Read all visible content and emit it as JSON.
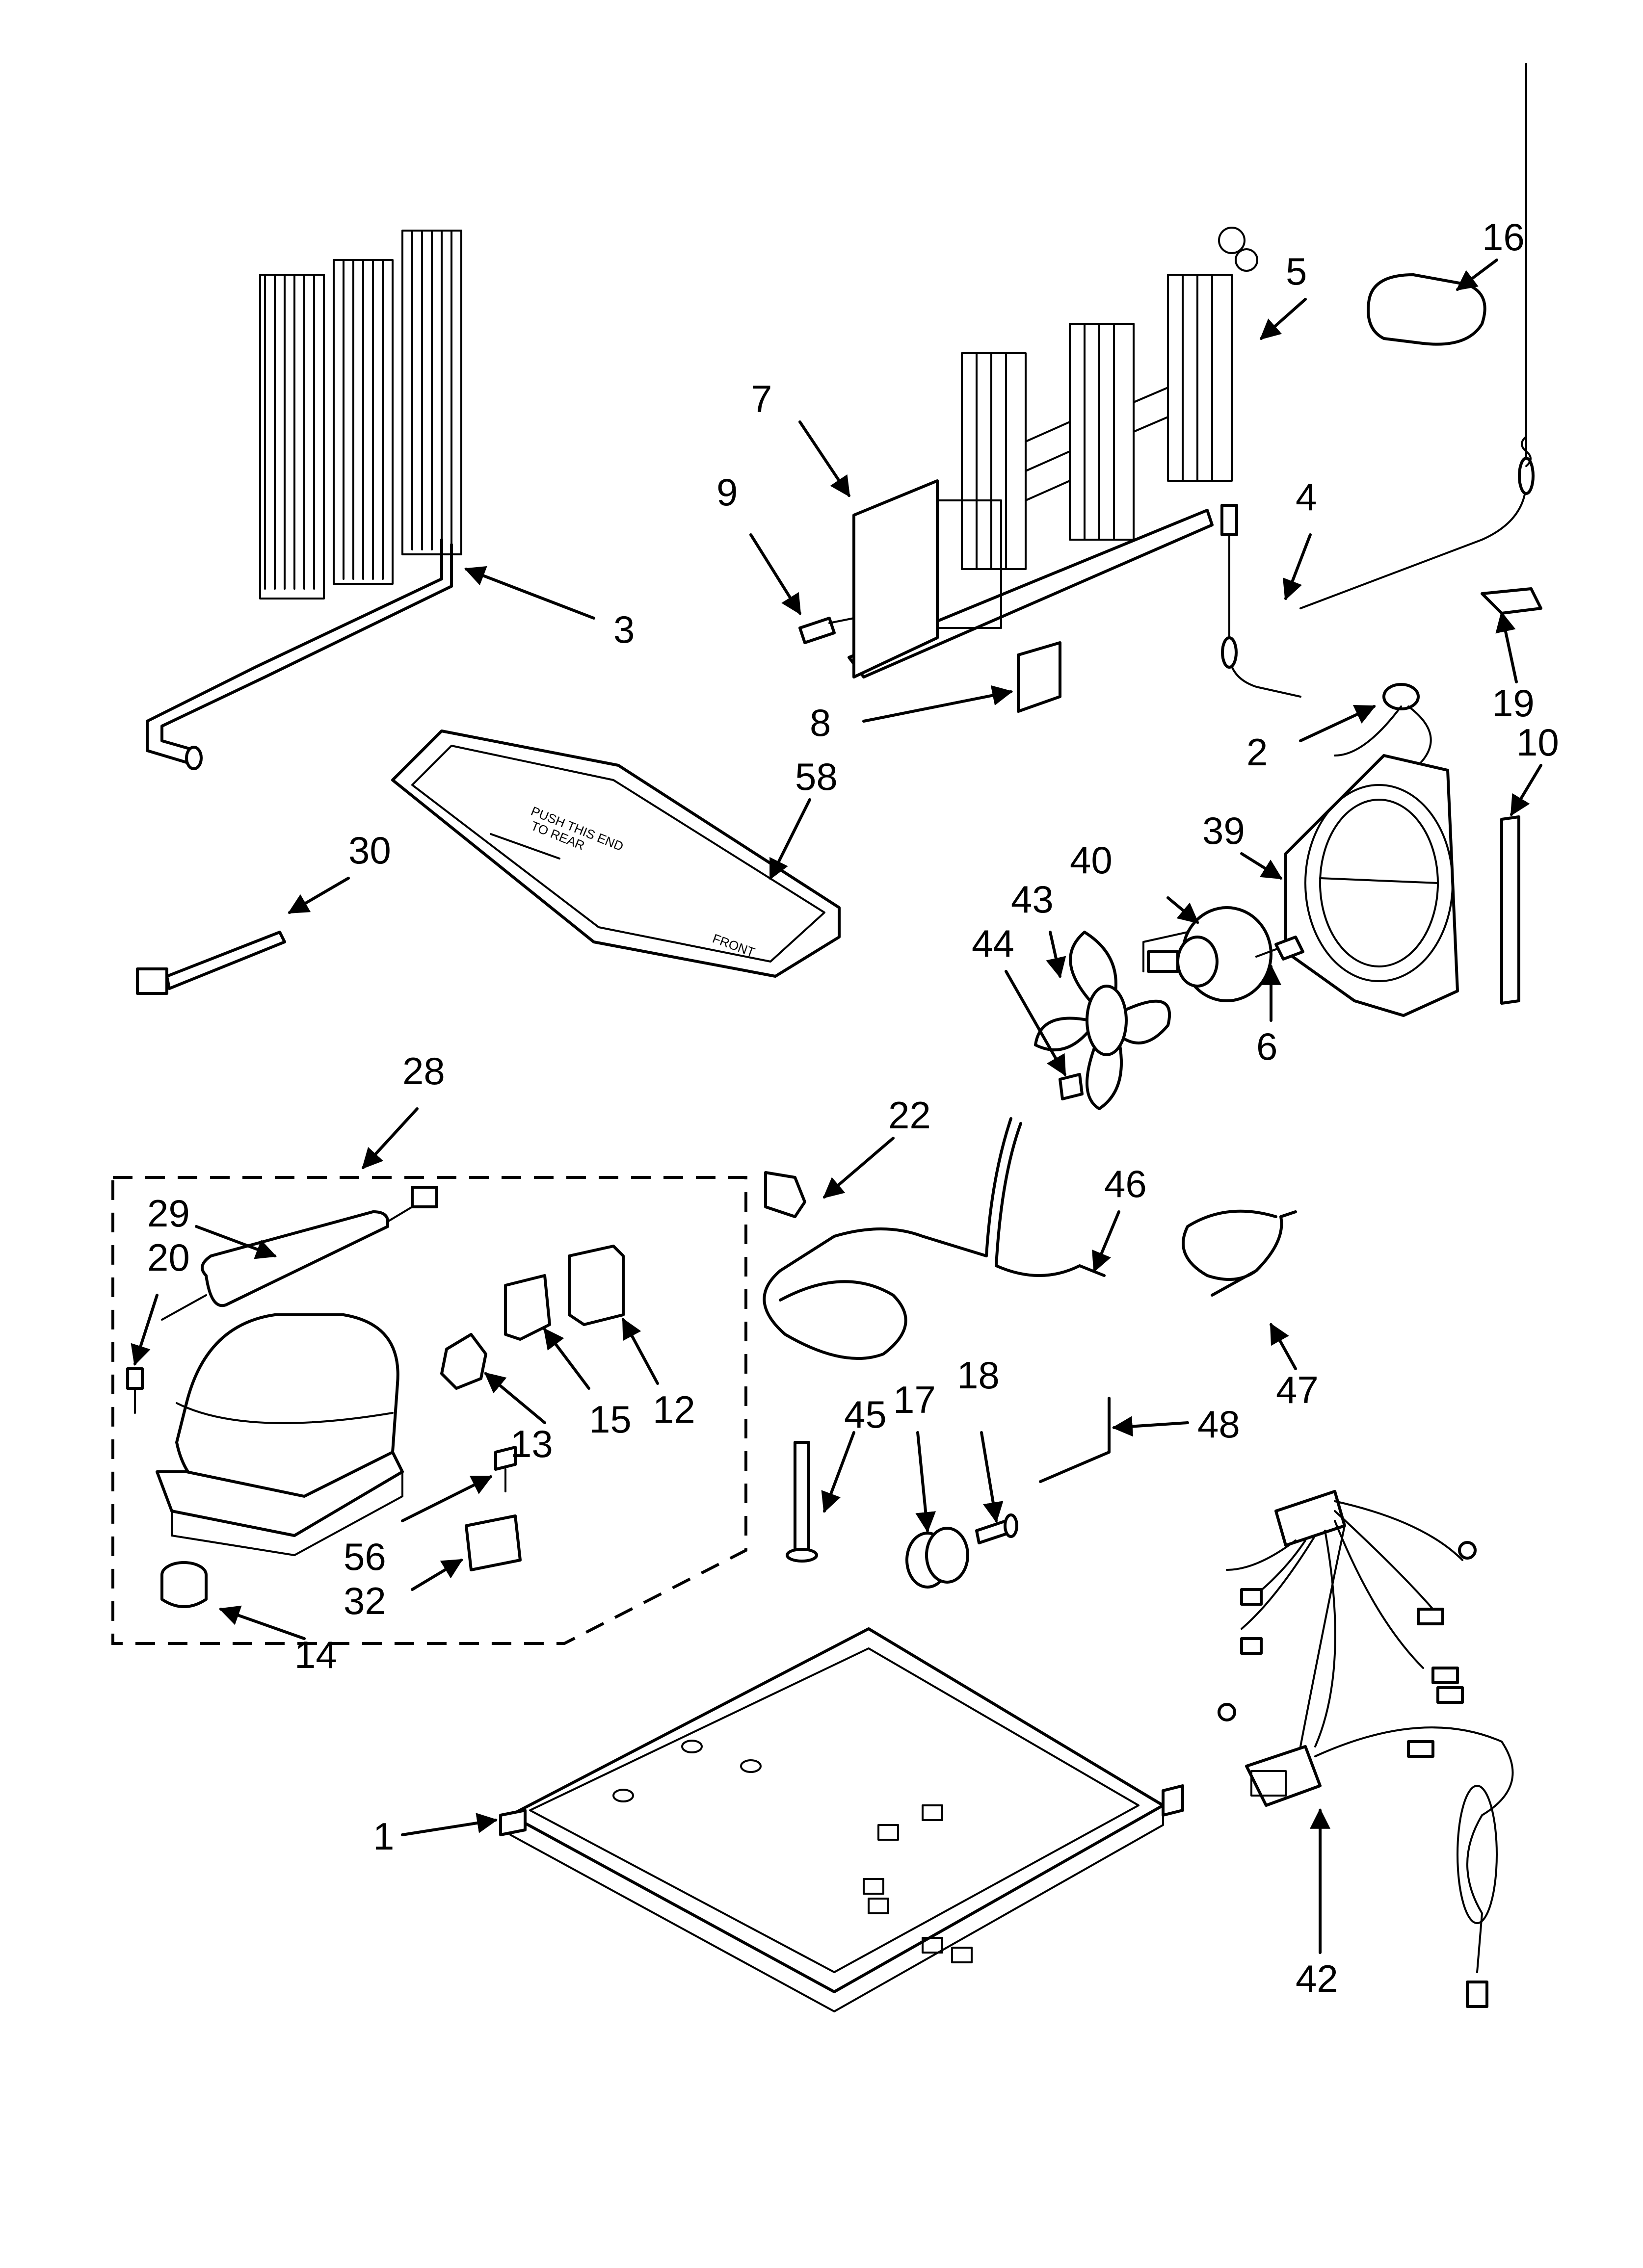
{
  "callouts": [
    "1",
    "2",
    "3",
    "4",
    "5",
    "6",
    "7",
    "8",
    "9",
    "10",
    "12",
    "13",
    "14",
    "15",
    "16",
    "17",
    "18",
    "19",
    "20",
    "22",
    "28",
    "29",
    "30",
    "32",
    "39",
    "40",
    "42",
    "43",
    "44",
    "45",
    "46",
    "47",
    "48",
    "56",
    "58"
  ],
  "part_texts": {
    "tray_push": "PUSH THIS END",
    "tray_rear": "TO REAR",
    "tray_front": "FRONT"
  }
}
